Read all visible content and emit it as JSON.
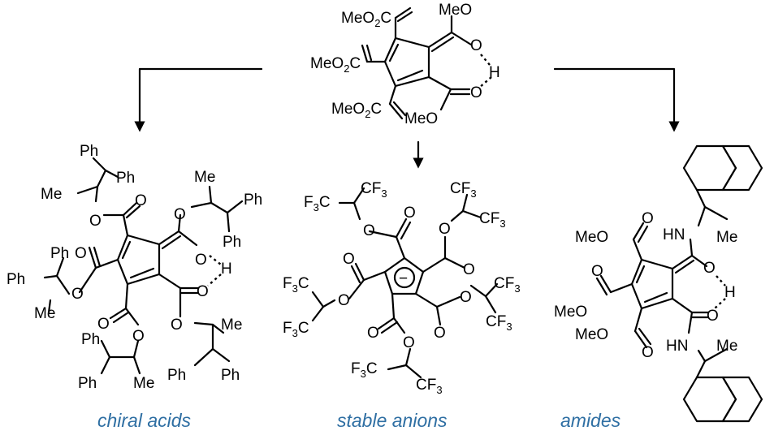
{
  "captions": {
    "left": "chiral acids",
    "middle": "stable anions",
    "right": "amides"
  },
  "top": {
    "a1": "MeO",
    "a2": "C",
    "b1": "MeO",
    "b2": "C",
    "c1": "MeO",
    "c2": "C",
    "sub": "2",
    "meo_top": "MeO",
    "meo_bottom": "MeO",
    "o": "O",
    "h": "H"
  },
  "left": {
    "ph": "Ph",
    "me": "Me",
    "o": "O",
    "h": "H"
  },
  "middle": {
    "f3c": "F",
    "three": "3",
    "c": "C",
    "cf": "CF",
    "o": "O",
    "minus": "−"
  },
  "right": {
    "meo": "MeO",
    "hn": "HN",
    "me": "Me",
    "o": "O",
    "h": "H"
  },
  "colors": {
    "caption": "#2f6fa3",
    "structure": "#000000"
  }
}
